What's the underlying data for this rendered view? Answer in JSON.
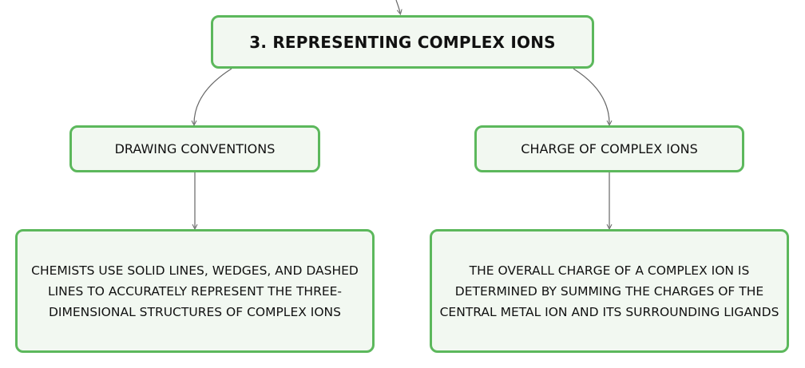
{
  "mindmap": {
    "main": {
      "label": "3. REPRESENTING COMPLEX IONS"
    },
    "branches": [
      {
        "label": "DRAWING CONVENTIONS",
        "detail": "CHEMISTS USE SOLID LINES, WEDGES, AND DASHED LINES TO ACCURATELY REPRESENT THE THREE-DIMENSIONAL STRUCTURES OF COMPLEX IONS"
      },
      {
        "label": "CHARGE OF COMPLEX IONS",
        "detail": "THE OVERALL CHARGE OF A COMPLEX ION IS DETERMINED BY SUMMING THE CHARGES OF THE CENTRAL METAL ION AND ITS SURROUNDING LIGANDS"
      }
    ]
  },
  "colors": {
    "node_border": "#5cb85c",
    "node_fill": "#f2f8f1",
    "connector": "#666666",
    "text": "#111111"
  }
}
